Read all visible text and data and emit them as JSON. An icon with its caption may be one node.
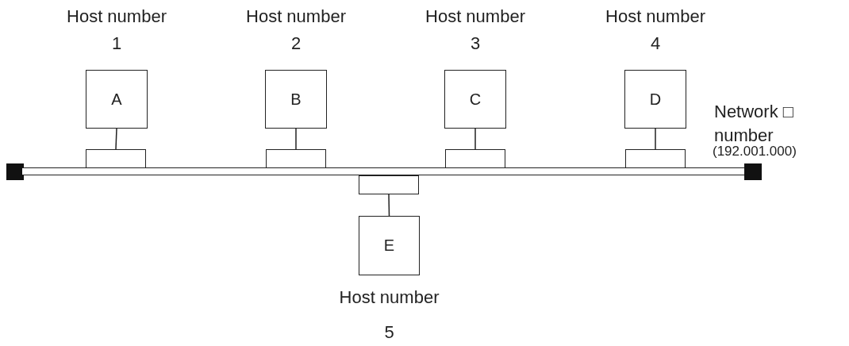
{
  "diagram": {
    "nodes": [
      {
        "text": [
          "A"
        ],
        "beside": [
          "Host number 1"
        ]
      },
      {
        "text": [
          "B"
        ],
        "beside": [
          "Host number 2"
        ]
      },
      {
        "text": [
          "C"
        ],
        "beside": [
          "Host number 3"
        ]
      },
      {
        "text": [
          "D"
        ],
        "beside": [
          "Host number 4"
        ]
      },
      {
        "text": [],
        "shape": "box"
      },
      {
        "text": [],
        "shape": "box"
      },
      {
        "text": [],
        "shape": "box"
      },
      {
        "text": [],
        "shape": "box"
      },
      {
        "text": [],
        "shape": "box"
      },
      {
        "text": [],
        "shape": "bar"
      },
      {
        "text": [],
        "shape": "box"
      },
      {
        "text": [],
        "shape": "box"
      },
      {
        "text": [
          "E"
        ],
        "beside": [
          "Host number 5"
        ]
      }
    ],
    "edges": [
      {
        "from": 0,
        "to": 4,
        "arrow": "none"
      },
      {
        "from": 1,
        "to": 5,
        "arrow": "none"
      },
      {
        "from": 2,
        "to": 6,
        "arrow": "none"
      },
      {
        "from": 3,
        "to": 7,
        "arrow": "none"
      },
      {
        "from": 12,
        "to": 11,
        "arrow": "none"
      }
    ],
    "labels": [
      "Network □ number",
      "(192.001.000)"
    ]
  }
}
